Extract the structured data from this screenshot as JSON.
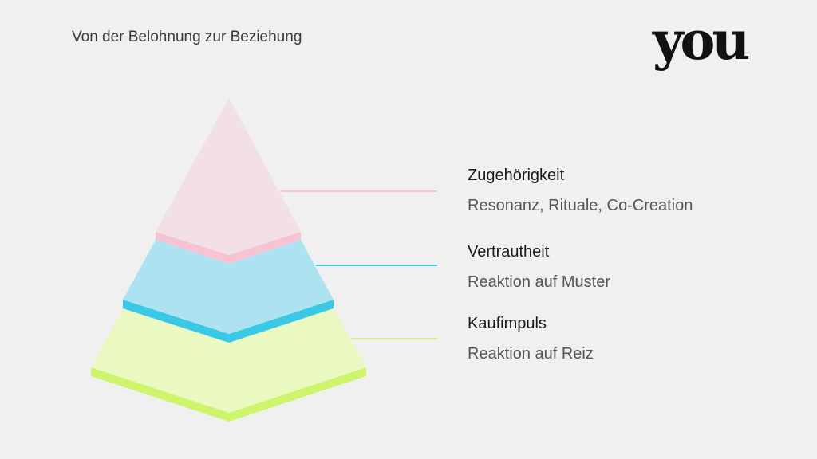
{
  "header": {
    "title": "Von der Belohnung zur Beziehung"
  },
  "logo": {
    "text": "you"
  },
  "levels": [
    {
      "title": "Zugehörigkeit",
      "subtitle": "Resonanz, Rituale, Co-Creation",
      "face_color": "#f3e0e7",
      "edge_color": "#f5c3d3",
      "line_color": "#f5c3d3"
    },
    {
      "title": "Vertrautheit",
      "subtitle": "Reaktion auf Muster",
      "face_color": "#ade3f0",
      "edge_color": "#39c8e6",
      "line_color": "#4cc3df"
    },
    {
      "title": "Kaufimpuls",
      "subtitle": "Reaktion auf Reiz",
      "face_color": "#eaf8c2",
      "edge_color": "#cdf46a",
      "line_color": "#d5f08a"
    }
  ]
}
